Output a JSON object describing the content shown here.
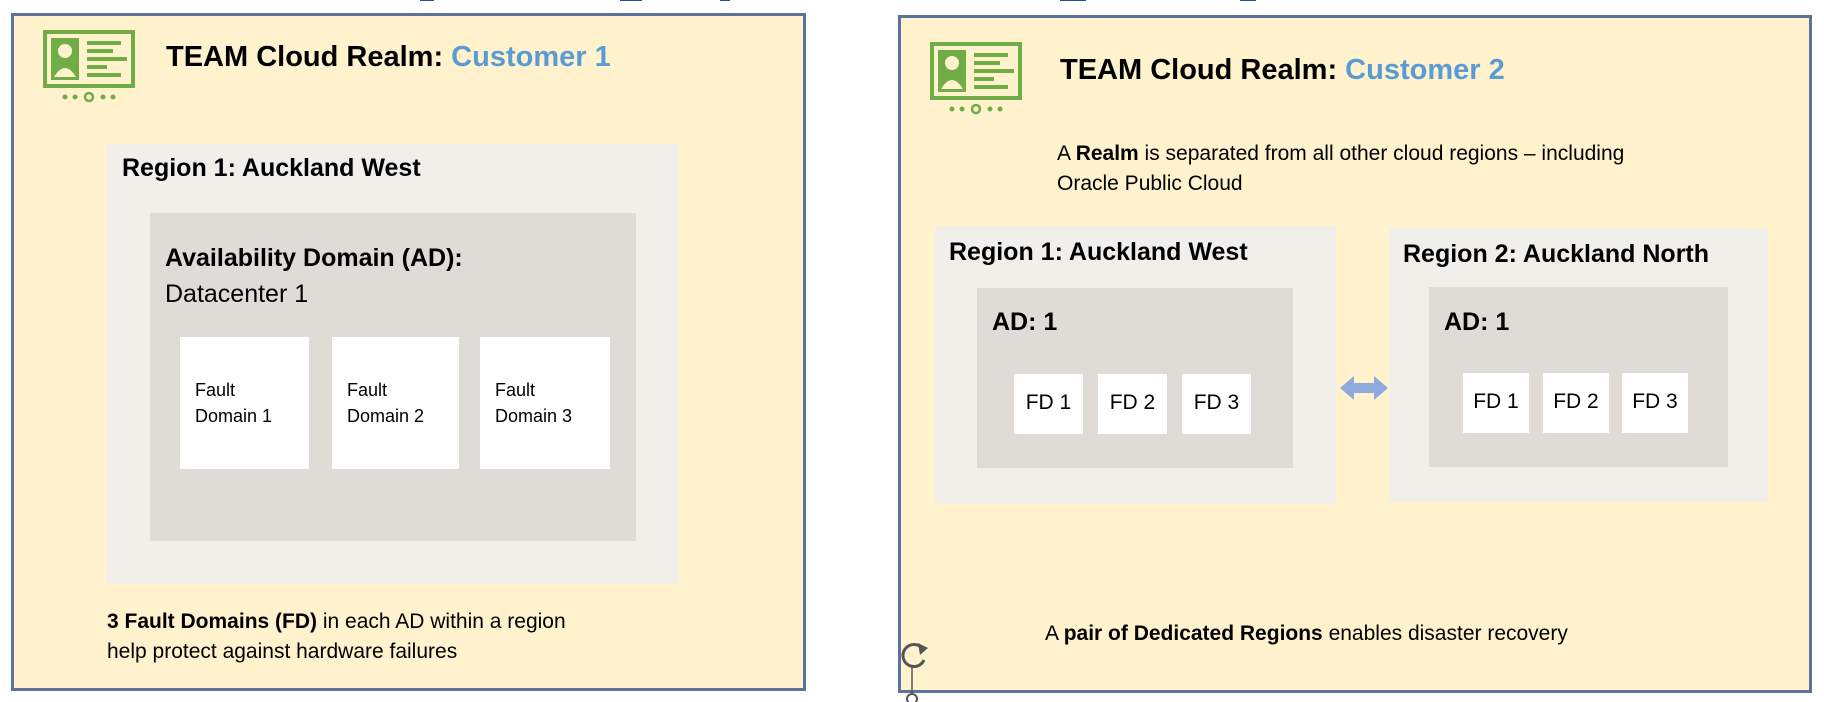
{
  "colors": {
    "realm_fill": "#fff2cc",
    "realm_border": "#5b7499",
    "customer_accent": "#5b9bd5",
    "icon_green": "#70ad47",
    "arrow": "#8faadc"
  },
  "left": {
    "title_prefix": "TEAM Cloud Realm: ",
    "title_customer": "Customer 1",
    "region_title": "Region 1: Auckland West",
    "ad_title": "Availability Domain (AD):",
    "ad_subtitle": "Datacenter 1",
    "fault_domains": [
      {
        "line1": "Fault",
        "line2": "Domain 1"
      },
      {
        "line1": "Fault",
        "line2": "Domain 2"
      },
      {
        "line1": "Fault",
        "line2": "Domain 3"
      }
    ],
    "note_bold": "3 Fault Domains (FD)",
    "note_rest": " in each AD within a region",
    "note_line2": "help protect against hardware failures"
  },
  "right": {
    "title_prefix": "TEAM Cloud Realm: ",
    "title_customer": "Customer 2",
    "realm_note_pre": "A ",
    "realm_note_bold": "Realm",
    "realm_note_post": " is separated from all other cloud regions – including",
    "realm_note_line2": "Oracle Public Cloud",
    "regions": [
      {
        "title": "Region 1: Auckland West",
        "ad_title": "AD: 1",
        "fds": [
          "FD 1",
          "FD 2",
          "FD 3"
        ]
      },
      {
        "title": "Region 2: Auckland North",
        "ad_title": "AD: 1",
        "fds": [
          "FD 1",
          "FD 2",
          "FD 3"
        ]
      }
    ],
    "dr_note_pre": "A ",
    "dr_note_bold": "pair of Dedicated Regions",
    "dr_note_post": " enables disaster recovery"
  },
  "icons": [
    "id-card-icon",
    "bidirectional-arrow-icon",
    "rotate-handle-icon"
  ]
}
